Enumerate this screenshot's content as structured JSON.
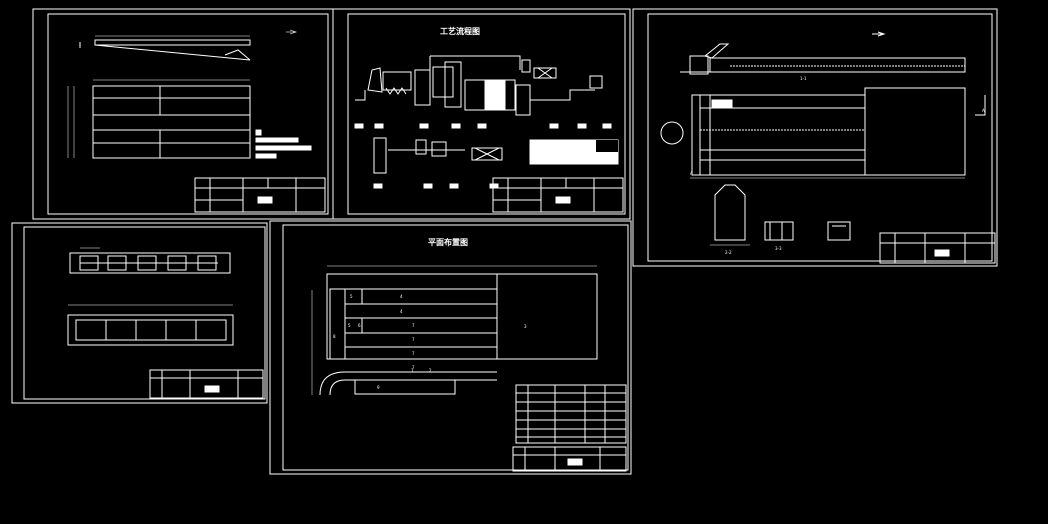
{
  "colors": {
    "background": "#000000",
    "line": "#ffffff"
  },
  "sheets": {
    "process_flow": {
      "title": "工艺流程图"
    },
    "plan_layout": {
      "title": "平面布置图",
      "block_numbers": [
        "5",
        "4",
        "4",
        "5",
        "6",
        "7",
        "7",
        "7",
        "7",
        "3",
        "8",
        "9",
        "1",
        "2"
      ]
    },
    "sedimentation": {
      "marks": [
        "1-1",
        "2-2",
        "3-3",
        "A",
        "A"
      ]
    }
  }
}
